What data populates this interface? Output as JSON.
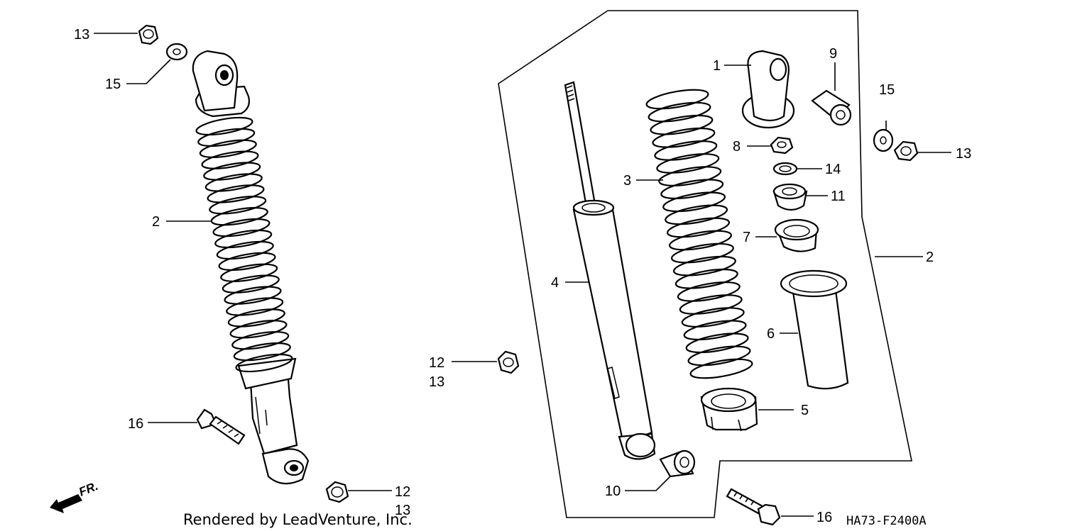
{
  "diagram": {
    "callouts": {
      "left_13_top": "13",
      "left_15": "15",
      "left_2": "2",
      "left_16": "16",
      "left_12_bottom": "12",
      "left_13_bottom": "13",
      "mid_12": "12",
      "mid_13": "13",
      "part_1": "1",
      "part_9": "9",
      "part_8": "8",
      "part_14": "14",
      "part_3": "3",
      "part_11": "11",
      "part_7": "7",
      "part_4": "4",
      "part_6": "6",
      "part_5": "5",
      "part_10": "10",
      "part_16": "16",
      "right_15": "15",
      "right_13": "13",
      "right_2": "2"
    },
    "direction_label": "FR.",
    "credit": "Rendered by LeadVenture, Inc.",
    "diagram_code": "HA73-F2400A"
  }
}
